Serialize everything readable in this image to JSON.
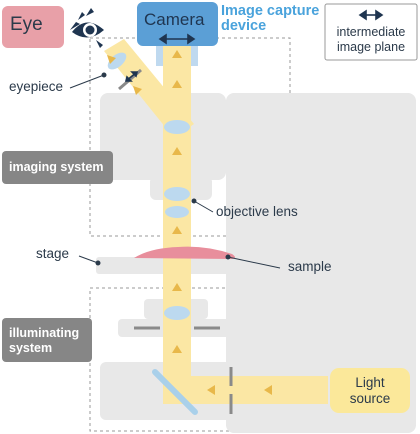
{
  "labels": {
    "eye": "Eye",
    "camera": "Camera",
    "image_capture_line1": "Image capture",
    "image_capture_line2": "device",
    "legend_line1": "intermediate",
    "legend_line2": "image plane",
    "eyepiece": "eyepiece",
    "imaging_system": "imaging system",
    "objective_lens": "objective lens",
    "stage": "stage",
    "sample": "sample",
    "illuminating_line1": "illuminating",
    "illuminating_line2": "system",
    "light_line1": "Light",
    "light_line2": "source"
  },
  "icons": [
    "eye-icon",
    "double-arrow-icon"
  ],
  "colors": {
    "eye_box": "#e8a0a8",
    "camera_box": "#5b9fd6",
    "light_path": "#fbe7a4",
    "arrow": "#e8b84a",
    "lens": "#bcd9ef",
    "microscope_body": "#e8e8e8",
    "gray_label_box": "#868686",
    "sample": "#e88e9c",
    "light_source": "#fbe89a"
  }
}
